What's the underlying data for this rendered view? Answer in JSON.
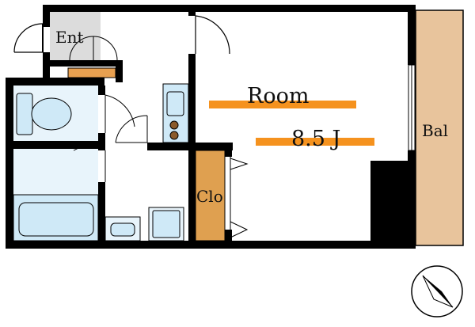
{
  "rooms": {
    "entrance": "Ent",
    "main_room": "Room",
    "room_size": "8.5 J",
    "closet": "Clo",
    "balcony": "Bal"
  },
  "colors": {
    "wall": "#000000",
    "bath_fixture": "#cfe9f7",
    "bath_floor": "#e8f4fb",
    "closet_wood": "#dfa050",
    "balcony_floor": "#e8c49c",
    "entrance_floor": "#dcdcdc",
    "room_marker": "#f5921e",
    "shoe_cabinet": "#e8a050"
  },
  "icons": [
    "compass-icon",
    "toilet-icon",
    "bathtub-icon",
    "sink-icon",
    "washer-icon",
    "stove-icon",
    "door-swing-icon"
  ]
}
